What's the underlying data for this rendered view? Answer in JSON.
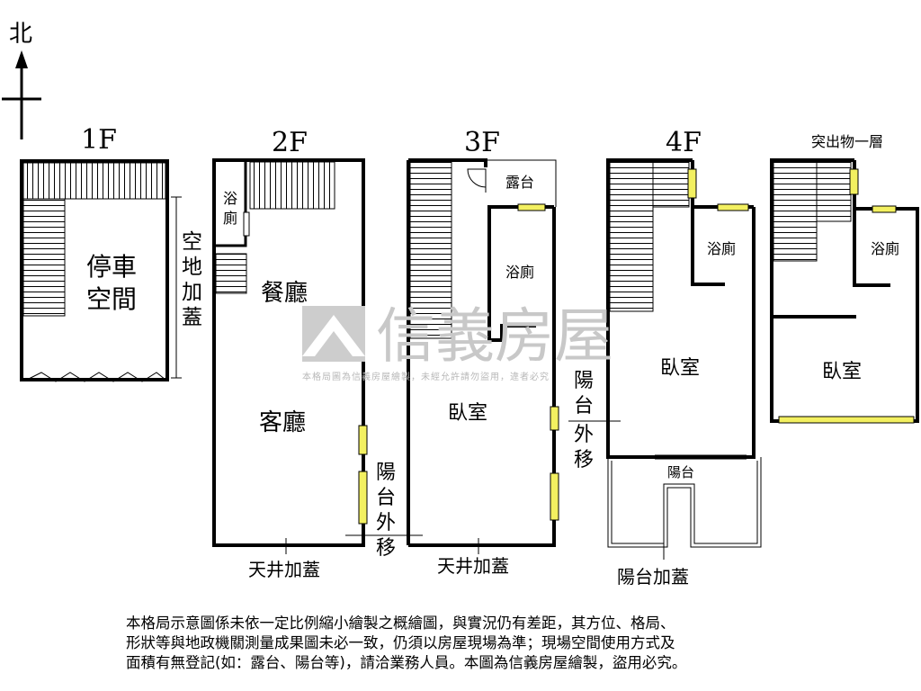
{
  "compass": {
    "north": "北"
  },
  "floors": [
    {
      "label": "1F",
      "rooms": [
        {
          "line1": "停車",
          "line2": "空間"
        }
      ],
      "side_note": [
        "空",
        "地",
        "加",
        "蓋"
      ]
    },
    {
      "label": "2F",
      "rooms": {
        "bath": [
          "浴",
          "廁"
        ],
        "dining": "餐廳",
        "living": "客廳"
      },
      "balcony_move": [
        "陽",
        "台",
        "外",
        "移"
      ],
      "skylight": "天井加蓋"
    },
    {
      "label": "3F",
      "rooms": {
        "terrace": "露台",
        "bath": "浴廁",
        "bedroom": "臥室"
      },
      "balcony_move": [
        "陽",
        "台",
        "外",
        "移"
      ],
      "skylight": "天井加蓋"
    },
    {
      "label": "4F",
      "rooms": {
        "bath": "浴廁",
        "bedroom": "臥室",
        "balcony": "陽台"
      },
      "balcony_cover": "陽台加蓋"
    },
    {
      "label": "突出物一層",
      "rooms": {
        "bath": "浴廁",
        "bedroom": "臥室"
      }
    }
  ],
  "watermark": {
    "brand": "信義房屋",
    "notice": "本格局圖為信義房屋繪製，未經允許請勿盜用，違者必究"
  },
  "disclaimer": [
    "本格局示意圖係未依一定比例縮小繪製之概繪圖，與實況仍有差距，其方位、格局、",
    "形狀等與地政機關測量成果圖未必一致，仍須以房屋現場為準；現場空間使用方式及",
    "面積有無登記(如：露台、陽台等)，請洽業務人員。本圖為信義房屋繪製，盜用必究。"
  ]
}
